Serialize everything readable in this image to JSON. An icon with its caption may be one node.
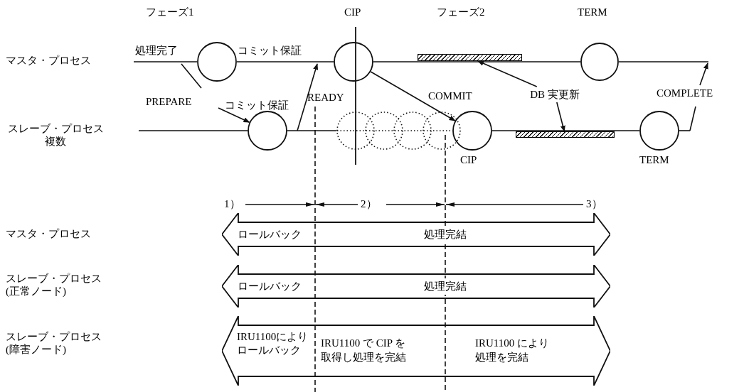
{
  "diagram": {
    "nodes": [
      {
        "text": [],
        "shape": "circle"
      },
      {
        "text": [],
        "shape": "circle",
        "beside": [
          "CIP"
        ]
      },
      {
        "text": [],
        "shape": "circle",
        "beside": [
          "TERM"
        ]
      },
      {
        "text": [],
        "shape": "circle"
      },
      {
        "text": [],
        "shape": "circle",
        "beside": [
          "CIP"
        ]
      },
      {
        "text": [],
        "shape": "circle",
        "beside": [
          "TERM"
        ]
      },
      {
        "text": [],
        "shape": "bar"
      },
      {
        "text": [],
        "shape": "bar"
      },
      {
        "text": [
          "DB 実更新"
        ]
      },
      {
        "text": [
          "ロールバック",
          "処理完結"
        ]
      },
      {
        "text": [
          "ロールバック",
          "処理完結"
        ]
      },
      {
        "text": [
          "IRU1100によりロールバック",
          "IRU1100 で CIP を取得し処理を完結",
          "IRU1100 により処理を完結"
        ]
      }
    ],
    "edges": [
      {
        "from": null,
        "to": 0,
        "arrow": "none"
      },
      {
        "from": 0,
        "to": 1,
        "arrow": "none"
      },
      {
        "from": 1,
        "to": 2,
        "arrow": "none"
      },
      {
        "from": 2,
        "to": null,
        "arrow": "none"
      },
      {
        "from": null,
        "to": 3,
        "arrow": "none"
      },
      {
        "from": 3,
        "to": null,
        "arrow": "none"
      },
      {
        "from": null,
        "to": 3,
        "arrow": "to",
        "label": "PREPARE"
      },
      {
        "from": 4,
        "to": 5,
        "arrow": "none"
      },
      {
        "from": 5,
        "to": null,
        "arrow": "none"
      },
      {
        "from": 8,
        "to": 6,
        "arrow": "to"
      },
      {
        "from": 8,
        "to": 7,
        "arrow": "to"
      },
      {
        "from": 1,
        "to": 4,
        "arrow": "to",
        "label": "COMMIT"
      },
      {
        "from": null,
        "to": 4,
        "arrow": "none",
        "style": "dashed"
      }
    ],
    "labels": [
      "フェーズ1",
      "フェーズ2",
      "処理完了",
      "コミット保証",
      "マスタ・プロセス",
      "コミット保証",
      "READY",
      "COMPLETE",
      "スレーブ・プロセス複数",
      "1）",
      "2）",
      "3）",
      "マスタ・プロセス",
      "スレーブ・プロセス(正常ノード)",
      "スレーブ・プロセス(障害ノード)"
    ]
  }
}
